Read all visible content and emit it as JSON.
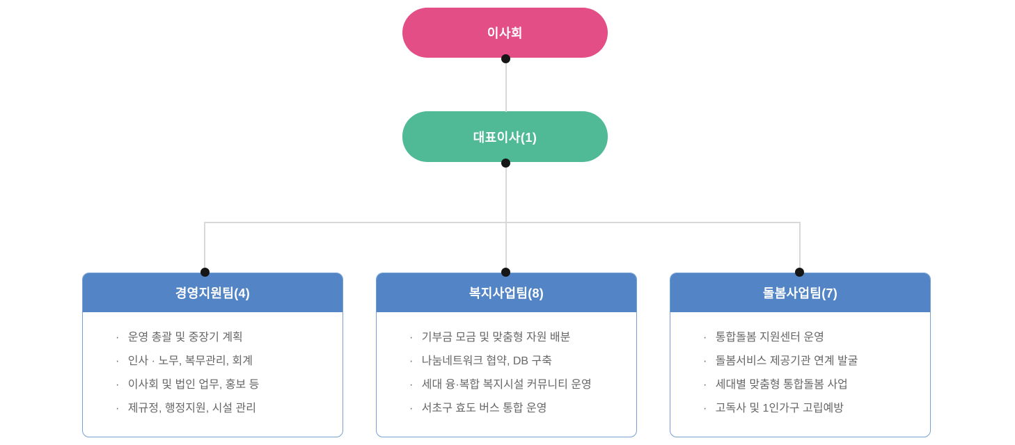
{
  "org_chart": {
    "bullet": "·",
    "colors": {
      "board_bg": "#e34e86",
      "ceo_bg": "#4fba95",
      "team_header_bg": "#5384c5",
      "team_border": "#74a0d4",
      "connector": "#d8d8d8",
      "dot": "#161616",
      "item_text": "#666666"
    },
    "board": {
      "label": "이사회"
    },
    "ceo": {
      "label": "대표이사(1)"
    },
    "teams": [
      {
        "title": "경영지원팀(4)",
        "items": [
          "운영 총괄 및 중장기 계획",
          "인사 · 노무, 복무관리, 회계",
          "이사회 및 법인 업무, 홍보 등",
          "제규정, 행정지원, 시설 관리"
        ]
      },
      {
        "title": "복지사업팀(8)",
        "items": [
          "기부금 모금 및 맞춤형 자원 배분",
          "나눔네트워크 협약, DB 구축",
          "세대 융·복합 복지시설 커뮤니티 운영",
          "서초구 효도 버스 통합 운영"
        ]
      },
      {
        "title": "돌봄사업팀(7)",
        "items": [
          "통합돌봄 지원센터 운영",
          "돌봄서비스 제공기관 연계 발굴",
          "세대별 맞춤형 통합돌봄 사업",
          "고독사 및 1인가구 고립예방"
        ]
      }
    ]
  }
}
